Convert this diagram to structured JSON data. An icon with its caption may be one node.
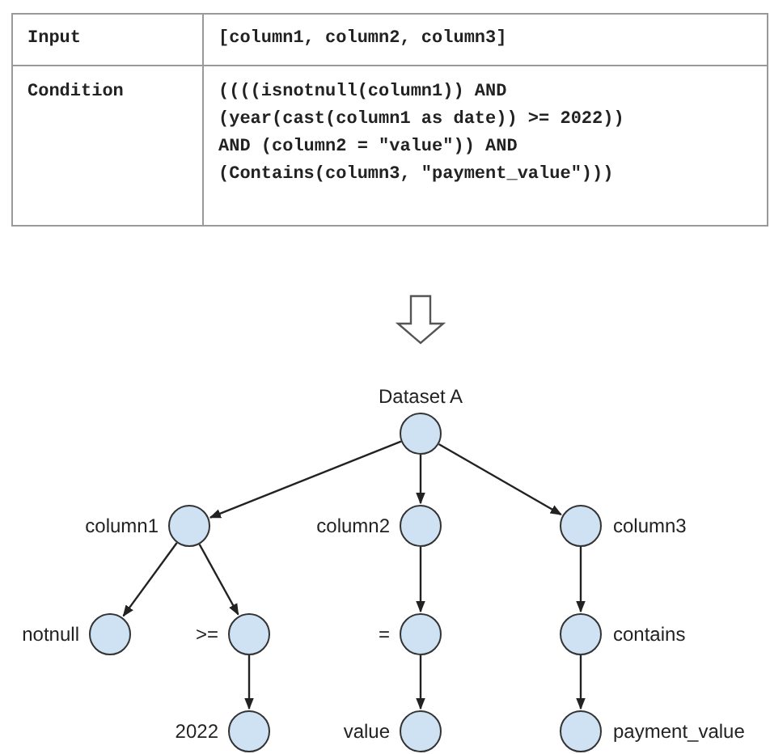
{
  "diagram": {
    "nodes": [
      {
        "text": [
          "Dataset A"
        ]
      },
      {
        "text": [
          "column1"
        ]
      },
      {
        "text": [
          "column2"
        ]
      },
      {
        "text": [
          "column3"
        ]
      },
      {
        "text": [
          "notnull"
        ]
      },
      {
        "text": [
          ">="
        ]
      },
      {
        "text": [
          "="
        ]
      },
      {
        "text": [
          "contains"
        ]
      },
      {
        "text": [
          "2022"
        ]
      },
      {
        "text": [
          "value"
        ]
      },
      {
        "text": [
          "payment_value"
        ]
      }
    ],
    "edges": [
      {
        "from": 0,
        "to": 1,
        "arrow": "to"
      },
      {
        "from": 0,
        "to": 2,
        "arrow": "to"
      },
      {
        "from": 0,
        "to": 3,
        "arrow": "to"
      },
      {
        "from": 1,
        "to": 4,
        "arrow": "to"
      },
      {
        "from": 1,
        "to": 5,
        "arrow": "to"
      },
      {
        "from": 2,
        "to": 6,
        "arrow": "to"
      },
      {
        "from": 3,
        "to": 7,
        "arrow": "to"
      },
      {
        "from": 5,
        "to": 8,
        "arrow": "to"
      },
      {
        "from": 6,
        "to": 9,
        "arrow": "to"
      },
      {
        "from": 7,
        "to": 10,
        "arrow": "to"
      }
    ],
    "labels": [
      "Input",
      "[column1, column2, column3]",
      "Condition",
      "((((isnotnull(column1)) AND (year(cast(column1 as date)) >= 2022)) AND (column2 = \"value\")) AND (Contains(column3, \"payment_value\")))"
    ]
  }
}
